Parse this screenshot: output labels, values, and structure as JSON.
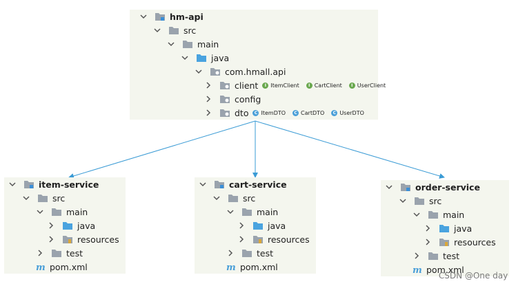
{
  "api": {
    "root": "hm-api",
    "src": "src",
    "main": "main",
    "java": "java",
    "package": "com.hmall.api",
    "client": {
      "label": "client",
      "items": [
        {
          "name": "ItemClient",
          "kind": "I"
        },
        {
          "name": "CartClient",
          "kind": "I"
        },
        {
          "name": "UserClient",
          "kind": "I"
        }
      ]
    },
    "config": "config",
    "dto": {
      "label": "dto",
      "items": [
        {
          "name": "ItemDTO",
          "kind": "C"
        },
        {
          "name": "CartDTO",
          "kind": "C"
        },
        {
          "name": "UserDTO",
          "kind": "C"
        }
      ]
    }
  },
  "services": [
    {
      "root": "item-service",
      "src": "src",
      "main": "main",
      "java": "java",
      "resources": "resources",
      "test": "test",
      "pom": "pom.xml"
    },
    {
      "root": "cart-service",
      "src": "src",
      "main": "main",
      "java": "java",
      "resources": "resources",
      "test": "test",
      "pom": "pom.xml"
    },
    {
      "root": "order-service",
      "src": "src",
      "main": "main",
      "java": "java",
      "resources": "resources",
      "test": "test",
      "pom": "pom.xml"
    }
  ],
  "watermark": "CSDN @One day ",
  "colors": {
    "panel": "#f4f6ee",
    "folder": "#9aa3ad",
    "source_folder": "#4aa3df",
    "arrow": "#3a9bd5",
    "interface": "#6aa84f",
    "class": "#4a9fd8"
  }
}
